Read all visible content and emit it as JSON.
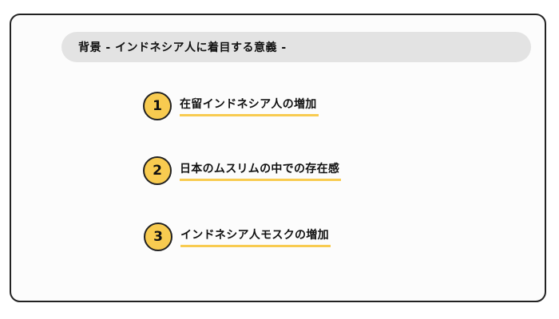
{
  "header": {
    "title": "背景 - インドネシア人に着目する意義 -"
  },
  "colors": {
    "border": "#222222",
    "header_bg": "#e3e3e3",
    "accent": "#f8cb50"
  },
  "items": [
    {
      "number": "1",
      "label": "在留インドネシア人の増加"
    },
    {
      "number": "2",
      "label": "日本のムスリムの中での存在感"
    },
    {
      "number": "3",
      "label": "インドネシア人モスクの増加"
    }
  ]
}
